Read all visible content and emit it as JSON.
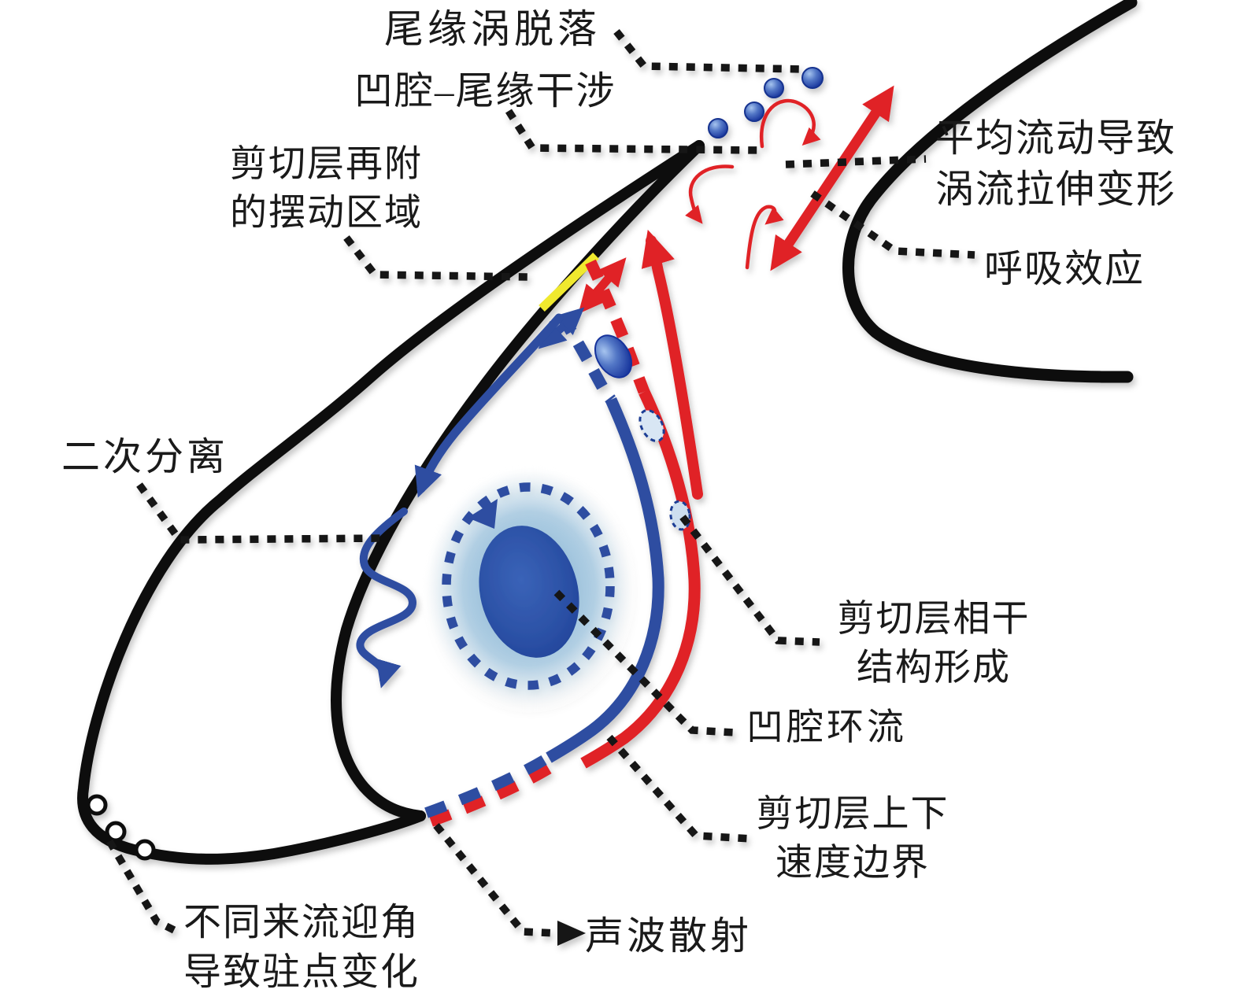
{
  "labels": {
    "trailing_edge_vortex_shedding": "尾缘涡脱落",
    "cavity_trailing_edge_interference": "凹腔–尾缘干涉",
    "shear_layer_reattachment": {
      "line1": "剪切层再附",
      "line2": "的摆动区域"
    },
    "mean_flow_vortex_stretching": {
      "line1": "平均流动导致",
      "line2": "涡流拉伸变形"
    },
    "breathing_effect": "呼吸效应",
    "secondary_separation": "二次分离",
    "shear_layer_coherent_structure": {
      "line1": "剪切层相干",
      "line2": "结构形成"
    },
    "cavity_circulation": "凹腔环流",
    "shear_layer_velocity_boundary": {
      "line1": "剪切层上下",
      "line2": "速度边界"
    },
    "acoustic_wave_scattering": "声波散射",
    "stagnation_point_variation": {
      "line1": "不同来流迎角",
      "line2": "导致驻点变化"
    }
  },
  "colors": {
    "flow_red": "#e02128",
    "flow_blue": "#2d4da1",
    "deep_blue": "#1d3d94",
    "vortex_halo_blue": "#a9cbe3",
    "reattachment_yellow": "#f0e92f",
    "airframe_black": "#0e0e0e",
    "text_black": "#1a1a1a",
    "background": "#ffffff"
  }
}
